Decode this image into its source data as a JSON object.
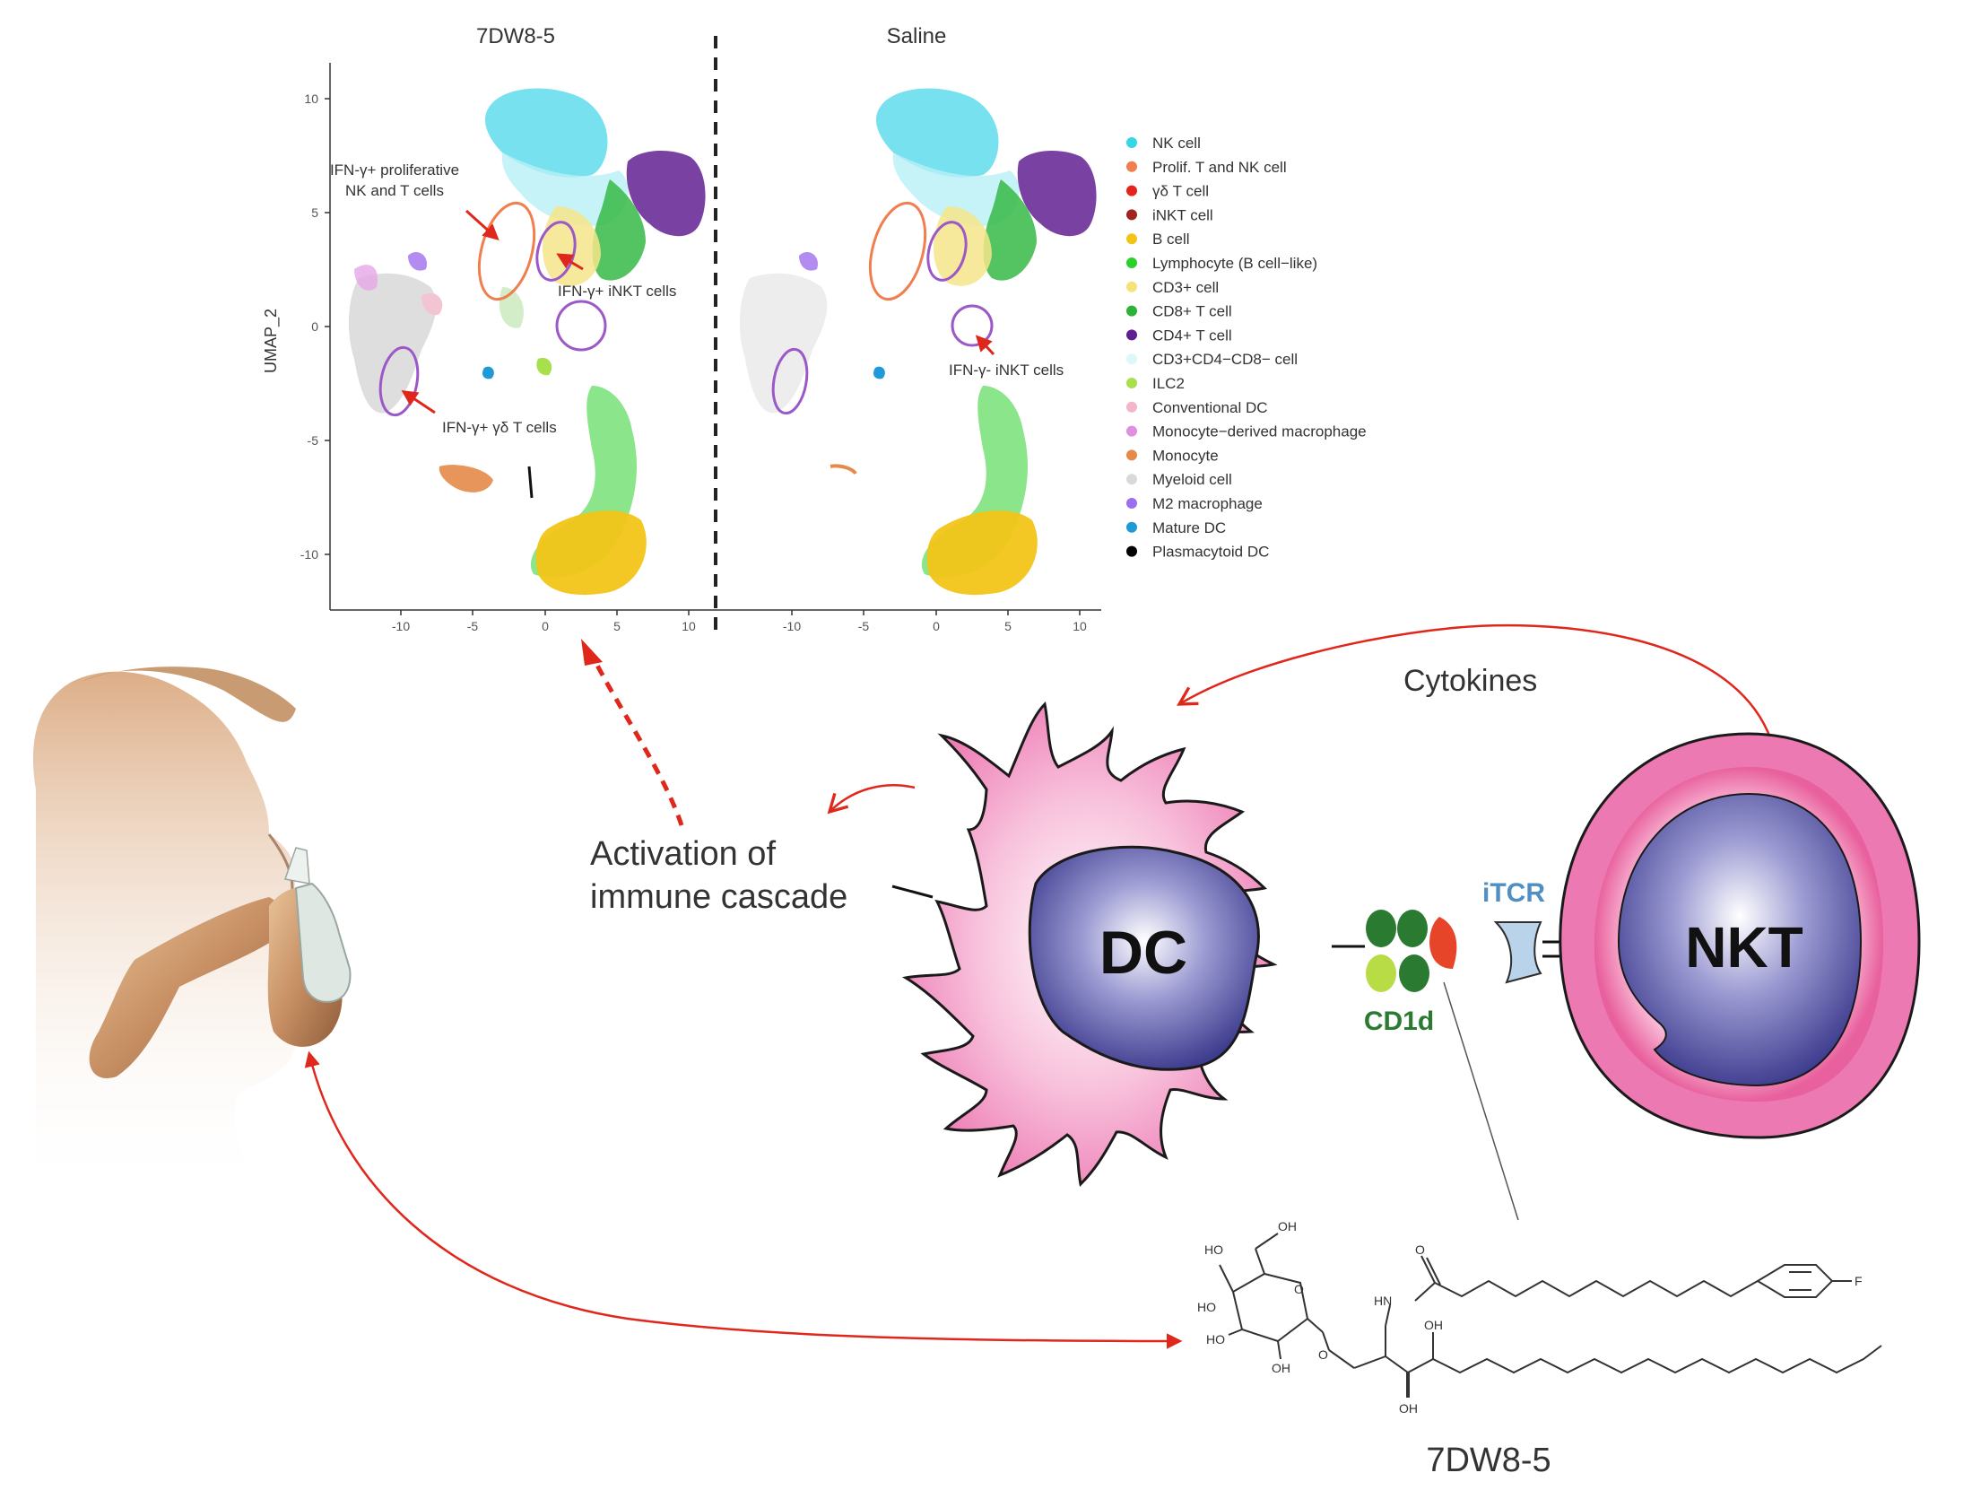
{
  "umap": {
    "panel_titles": [
      "7DW8-5",
      "Saline"
    ],
    "y_axis_label": "UMAP_2",
    "y_ticks": [
      "10",
      "5",
      "0",
      "-5",
      "-10"
    ],
    "x_ticks": [
      "-10",
      "-5",
      "0",
      "5",
      "10"
    ],
    "annotations_left": {
      "prolif_line1": "IFN-γ+ proliferative",
      "prolif_line2": "NK and T cells",
      "inkt_pos": "IFN-γ+ iNKT cells",
      "gd_pos": "IFN-γ+ γδ T cells"
    },
    "annotations_right": {
      "inkt_neg": "IFN-γ- iNKT cells"
    }
  },
  "legend": [
    {
      "label": "NK cell",
      "color": "#35d6e8"
    },
    {
      "label": "Prolif. T and NK cell",
      "color": "#f07f4f"
    },
    {
      "label": "γδ T cell",
      "color": "#e5231b"
    },
    {
      "label": "iNKT cell",
      "color": "#a1251f"
    },
    {
      "label": "B cell",
      "color": "#f2c418"
    },
    {
      "label": "Lymphocyte (B cell−like)",
      "color": "#2bd12b"
    },
    {
      "label": "CD3+ cell",
      "color": "#f5e27a"
    },
    {
      "label": "CD8+ T cell",
      "color": "#2db33a"
    },
    {
      "label": "CD4+ T cell",
      "color": "#5e1f8f"
    },
    {
      "label": "CD3+CD4−CD8− cell",
      "color": "#dff7fb"
    },
    {
      "label": "ILC2",
      "color": "#a8e04d"
    },
    {
      "label": "Conventional DC",
      "color": "#f3b5c7"
    },
    {
      "label": "Monocyte−derived macrophage",
      "color": "#e08fe0"
    },
    {
      "label": "Monocyte",
      "color": "#e58a4a"
    },
    {
      "label": "Myeloid cell",
      "color": "#d9d9d9"
    },
    {
      "label": "M2 macrophage",
      "color": "#9b6ef0"
    },
    {
      "label": "Mature DC",
      "color": "#1f9ad6"
    },
    {
      "label": "Plasmacytoid DC",
      "color": "#000000"
    }
  ],
  "diagram": {
    "cytokines": "Cytokines",
    "activation_line1": "Activation of",
    "activation_line2": "immune cascade",
    "dc_label": "DC",
    "nkt_label": "NKT",
    "itcr_label": "iTCR",
    "cd1d_label": "CD1d",
    "compound_name": "7DW8-5"
  },
  "molecule_labels": {
    "oh1": "HO",
    "oh2": "OH",
    "ho_ring": "HO",
    "o_ring": "O",
    "ho_bottom": "HO",
    "oh_ring": "OH",
    "o_link": "O",
    "o_carbonyl": "O",
    "nh": "HN",
    "oh_chain": "OH",
    "oh_lower": "OH",
    "f": "F"
  },
  "colors": {
    "red_arrow": "#e0271c",
    "dc_pink": "#f08fbf",
    "nucleus_blue": "#4b4a9c",
    "cd1d_green": "#2a7a32",
    "itcr_blue": "#b9d4ea",
    "itcr_text": "#4f8fc4"
  }
}
